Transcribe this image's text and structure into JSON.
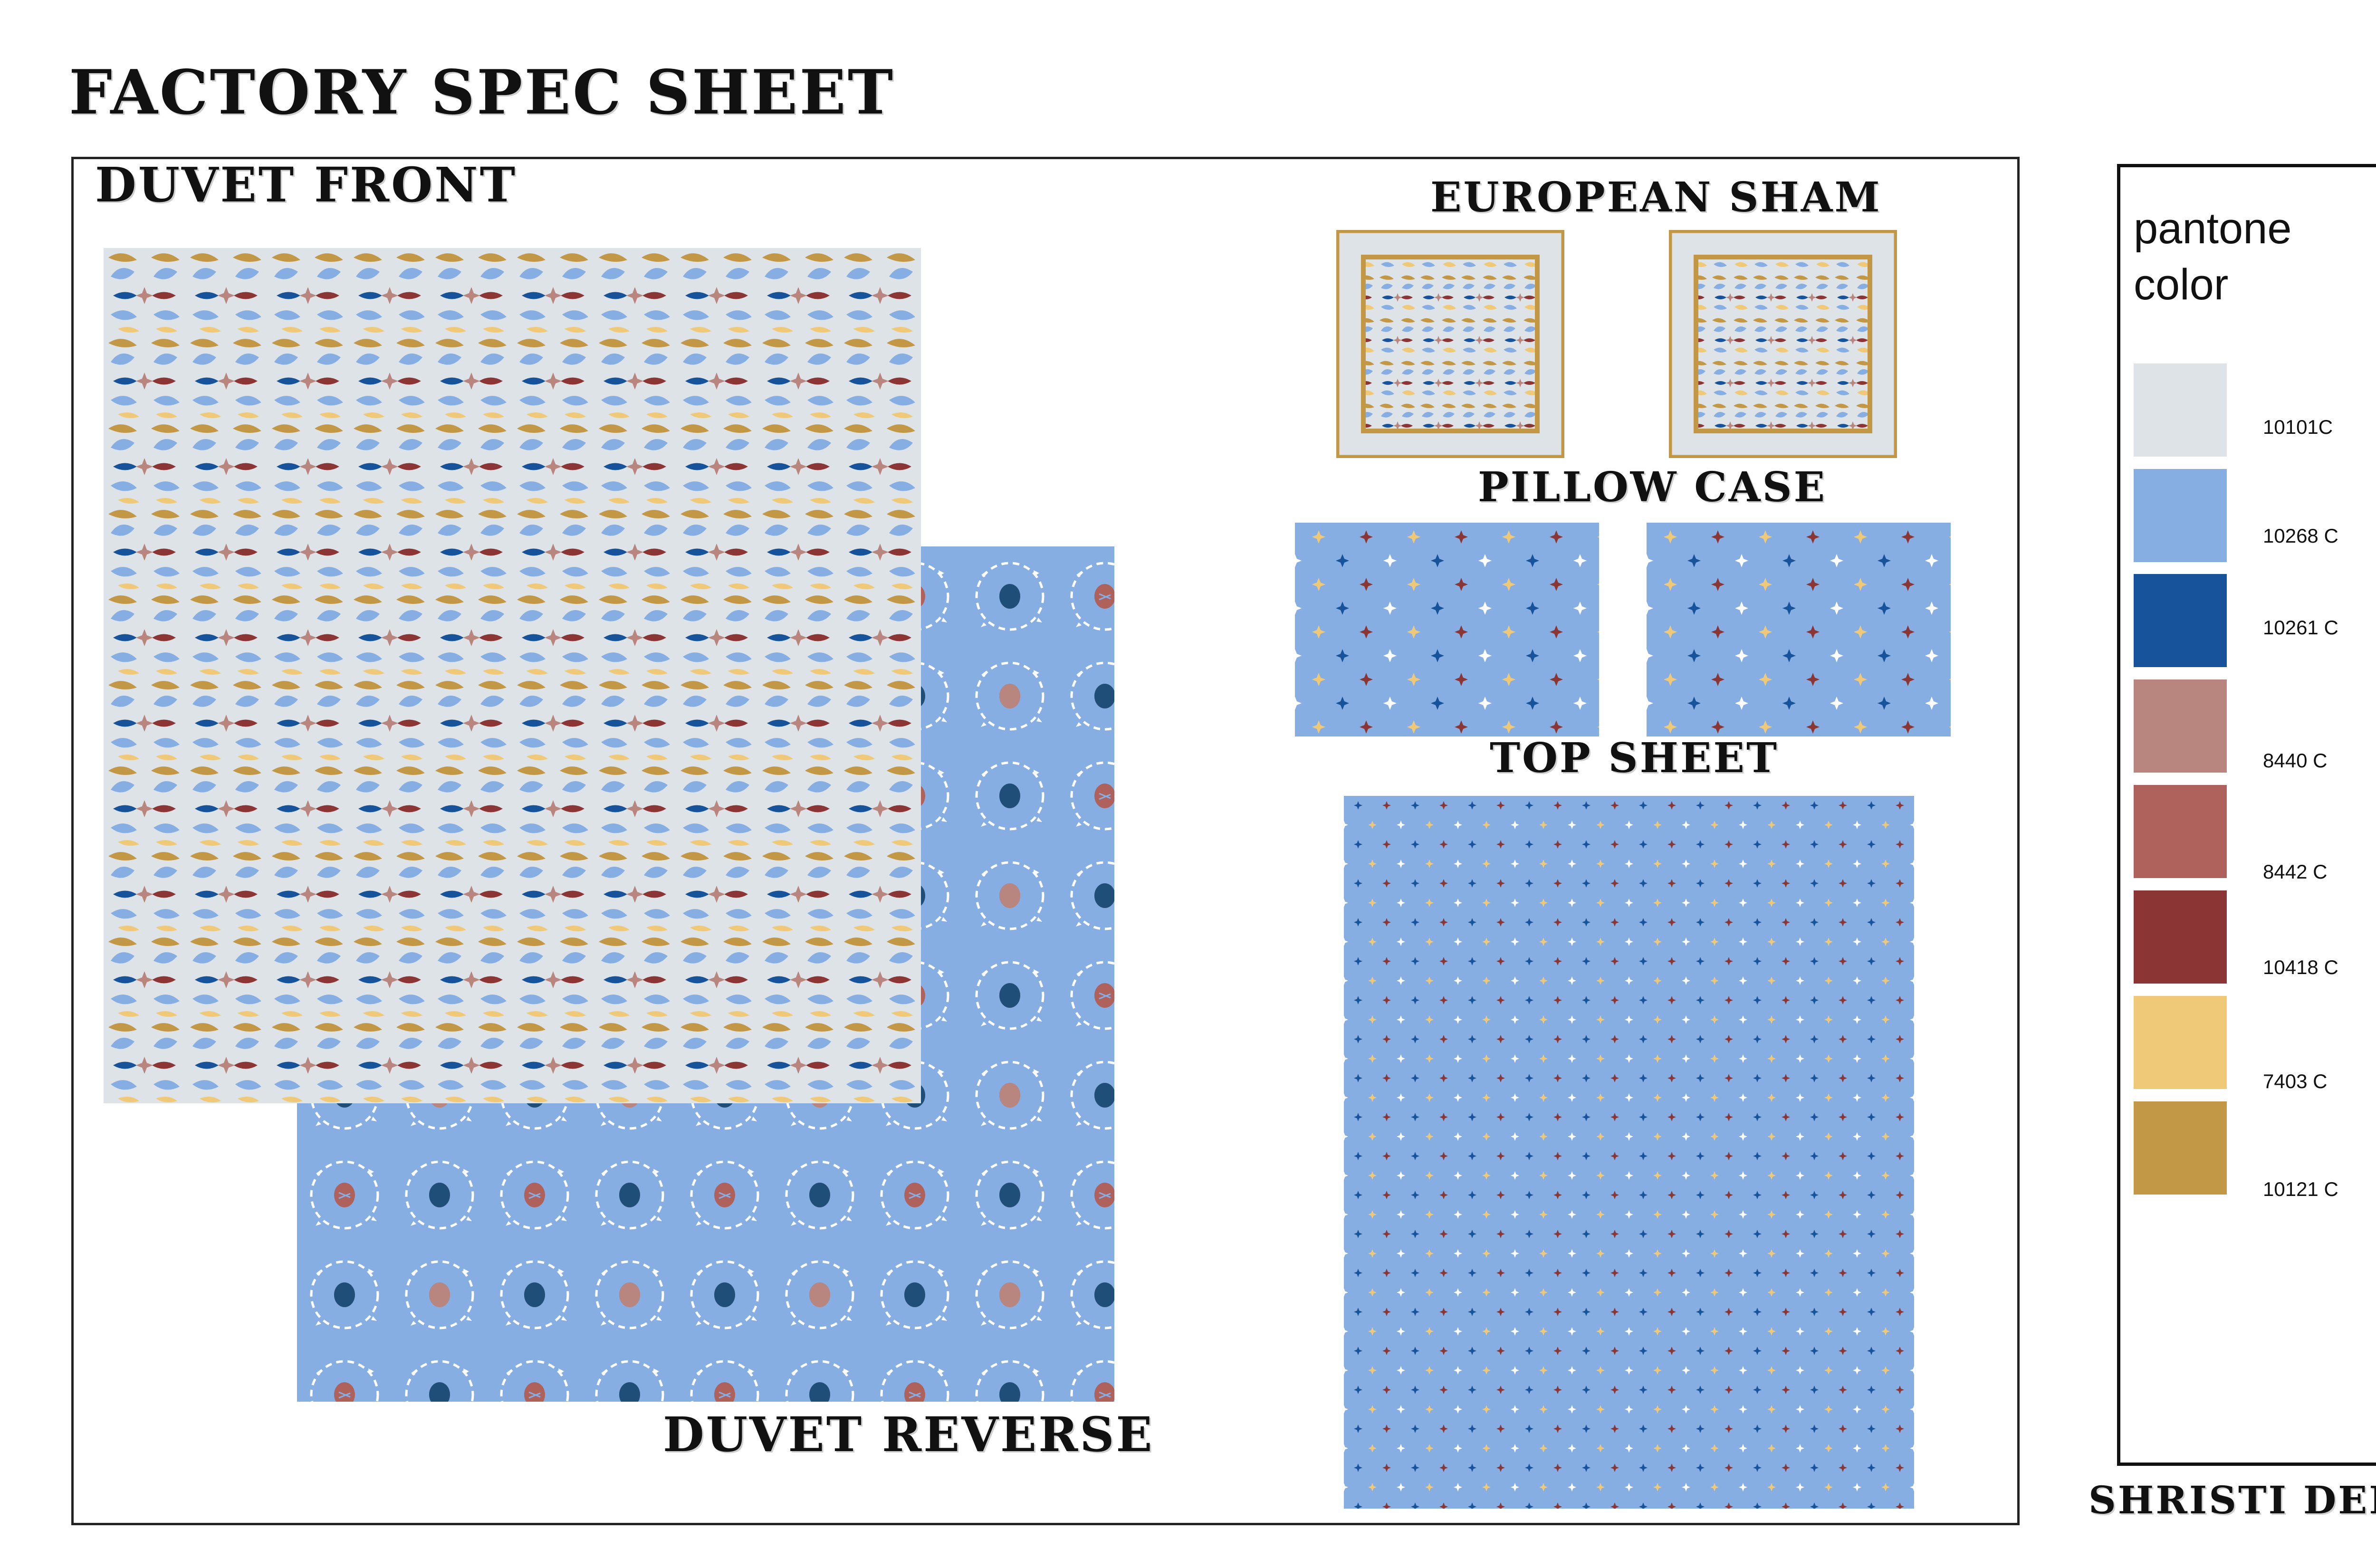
{
  "title": "FACTORY SPEC SHEET",
  "sections": {
    "duvet_front": "DUVET FRONT",
    "duvet_reverse": "DUVET REVERSE",
    "european_sham": "EUROPEAN SHAM",
    "pillow_case": "PILLOW CASE",
    "top_sheet": "TOP SHEET"
  },
  "palette": {
    "title_line1": "pantone",
    "title_line2": "color",
    "swatches": [
      {
        "code": "10101C",
        "color": "#DDE3E6"
      },
      {
        "code": "10268 C",
        "color": "#86AEE3"
      },
      {
        "code": "10261 C",
        "color": "#16539A"
      },
      {
        "code": "8440 C",
        "color": "#B9857F"
      },
      {
        "code": "8442 C",
        "color": "#AF615B"
      },
      {
        "code": "10418 C",
        "color": "#8B3635"
      },
      {
        "code": "7403 C",
        "color": "#EFC977"
      },
      {
        "code": "10121 C",
        "color": "#C29745"
      }
    ]
  },
  "designer": "SHRISTI DEEP",
  "icons": {
    "leaf_motif": "leaf-motif-icon",
    "four_point_star": "four-point-star-icon",
    "ring_wreath": "wreath-ring-icon"
  }
}
